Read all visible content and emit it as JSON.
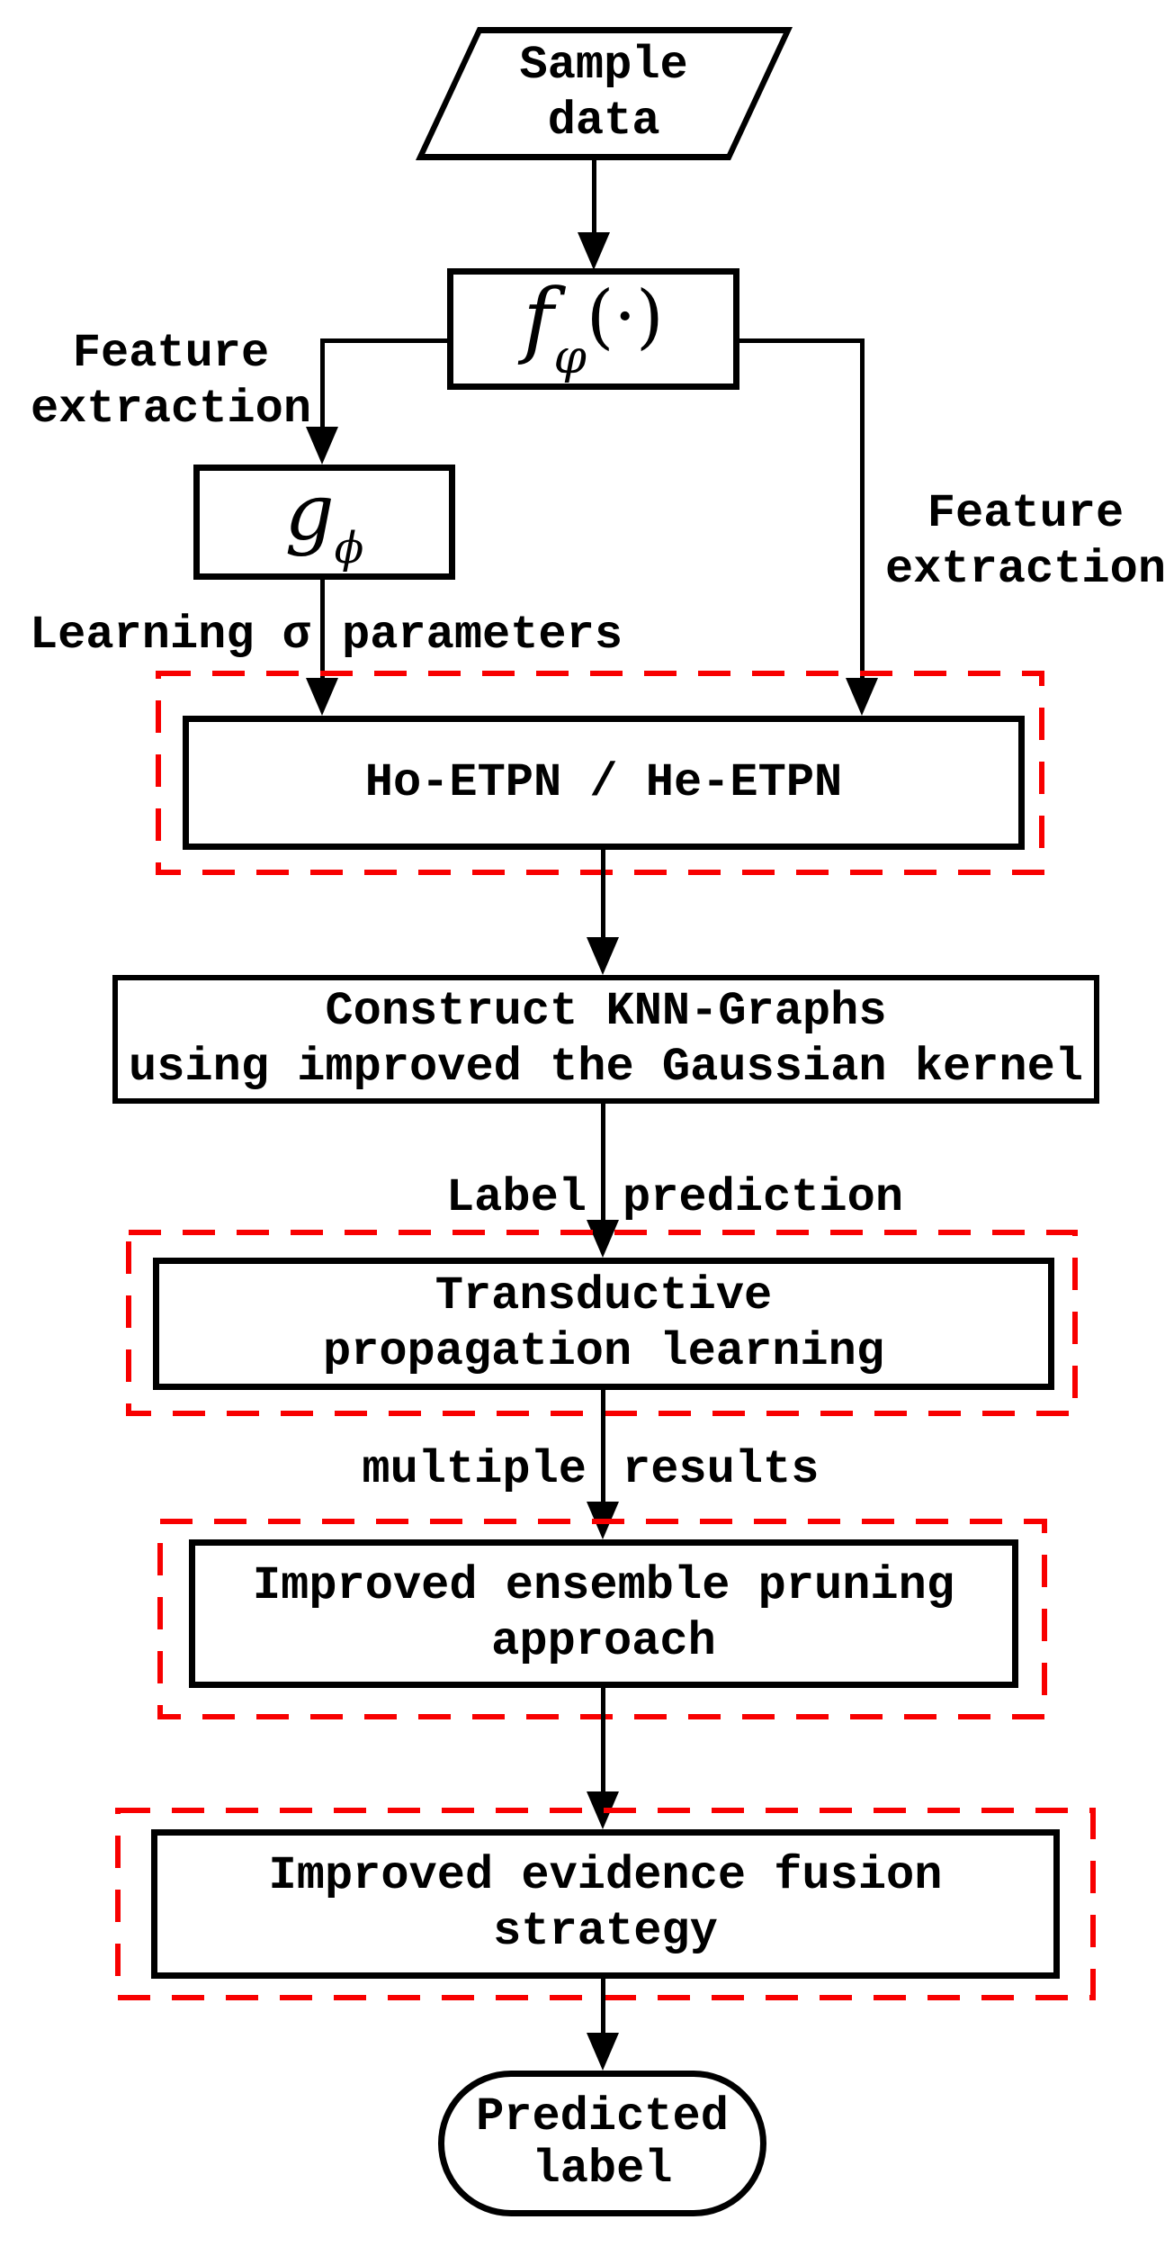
{
  "colors": {
    "background": "#ffffff",
    "line_black": "#000000",
    "dashed_red": "#f80000"
  },
  "nodes": {
    "sample_data": {
      "line1": "Sample",
      "line2": "data",
      "shape": "parallelogram"
    },
    "f_function": {
      "symbol": "f",
      "subscript": "φ",
      "args": "(·)",
      "shape": "rect"
    },
    "g_function": {
      "symbol": "g",
      "subscript": "ϕ",
      "shape": "rect"
    },
    "ho_etpn": {
      "label": "Ho-ETPN / He-ETPN",
      "shape": "rect",
      "highlighted": "red-dashed"
    },
    "knn_graphs": {
      "line1": "Construct KNN-Graphs",
      "line2": "using improved the Gaussian kernel",
      "shape": "rect"
    },
    "transductive": {
      "line1": "Transductive",
      "line2": "propagation learning",
      "shape": "rect",
      "highlighted": "red-dashed"
    },
    "ensemble_pruning": {
      "line1": "Improved ensemble pruning",
      "line2": "approach",
      "shape": "rect",
      "highlighted": "red-dashed"
    },
    "evidence_fusion": {
      "line1": "Improved evidence fusion",
      "line2": "strategy",
      "shape": "rect",
      "highlighted": "red-dashed"
    },
    "predicted_label": {
      "line1": "Predicted",
      "line2": "label",
      "shape": "stadium"
    }
  },
  "edge_labels": {
    "feature_extraction_left": {
      "line1": "Feature",
      "line2": "extraction"
    },
    "feature_extraction_right": {
      "line1": "Feature",
      "line2": "extraction"
    },
    "learning_parameters": {
      "left": "Learning σ",
      "right": "parameters"
    },
    "label_prediction": {
      "left": "Label",
      "right": "prediction"
    },
    "multiple_results": {
      "left": "multiple",
      "right": "results"
    }
  }
}
